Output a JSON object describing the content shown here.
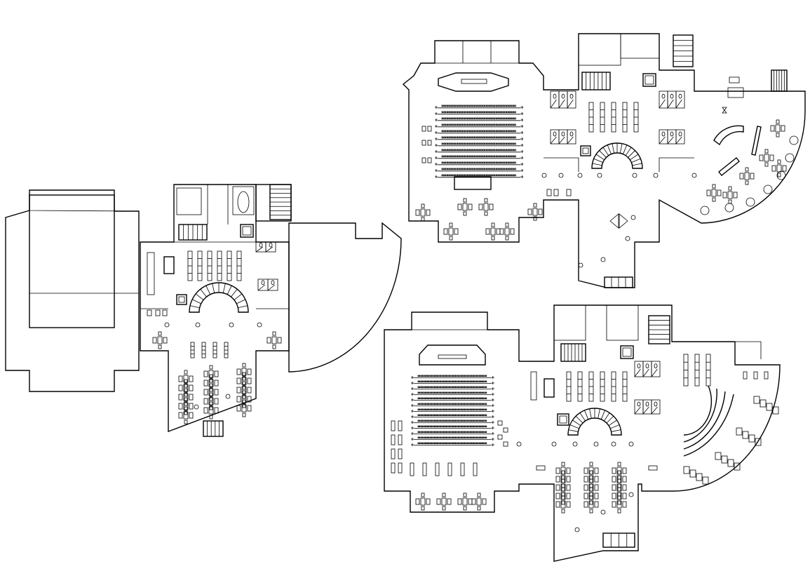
{
  "drawing": {
    "colors": {
      "line": "#000000",
      "background": "#ffffff"
    },
    "plans": [
      {
        "id": "roof-plan"
      },
      {
        "id": "ground-floor-plan"
      },
      {
        "id": "first-floor-plan"
      }
    ]
  }
}
